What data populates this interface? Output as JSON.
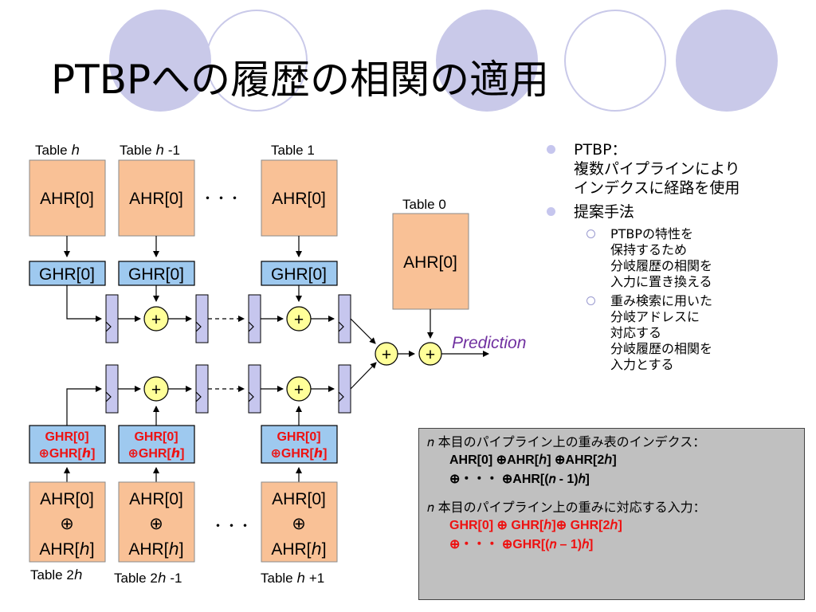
{
  "title": "PTBPへの履歴の相関の適用",
  "colors": {
    "accent_circle": "#c9c9e9",
    "ahr_fill": "#f9c196",
    "ghr_fill": "#9ec9ef",
    "register_fill": "#c6c6ee",
    "xor_fill": "#ffff99",
    "prediction": "#7030a0",
    "highlight": "#ee1111",
    "box_bg": "#c0c0c0"
  },
  "diagram": {
    "top_tables": [
      {
        "label": "Table ℎ",
        "ahr": "AHR[0]",
        "ghr": "GHR[0]"
      },
      {
        "label": "Table ℎ -1",
        "ahr": "AHR[0]",
        "ghr": "GHR[0]"
      },
      {
        "label": "Table 1",
        "ahr": "AHR[0]",
        "ghr": "GHR[0]"
      }
    ],
    "table0": {
      "label": "Table 0",
      "ahr": "AHR[0]"
    },
    "ellipsis": "・・・",
    "xor_symbol": "+",
    "prediction": "Prediction",
    "bottom_tables": [
      {
        "label": "Table 2ℎ",
        "ghr_line1": "GHR[0]",
        "ghr_line2": "⊕GHR[ℎ]",
        "ahr_line1": "AHR[0]",
        "ahr_line2": "⊕",
        "ahr_line3": "AHR[ℎ]"
      },
      {
        "label": "Table 2ℎ -1",
        "ghr_line1": "GHR[0]",
        "ghr_line2": "⊕GHR[ℎ]",
        "ahr_line1": "AHR[0]",
        "ahr_line2": "⊕",
        "ahr_line3": "AHR[ℎ]"
      },
      {
        "label": "Table ℎ +1",
        "ghr_line1": "GHR[0]",
        "ghr_line2": "⊕GHR[ℎ]",
        "ahr_line1": "AHR[0]",
        "ahr_line2": "⊕",
        "ahr_line3": "AHR[ℎ]"
      }
    ]
  },
  "bullets": [
    {
      "lines": [
        "PTBP：",
        "複数パイプラインにより",
        "インデクスに経路を使用"
      ]
    },
    {
      "lines": [
        "提案手法"
      ],
      "sub": [
        {
          "lines": [
            "PTBPの特性を",
            "保持するため",
            "分岐履歴の相関を",
            "入力に置き換える"
          ]
        },
        {
          "lines": [
            "重み検索に用いた",
            "分岐アドレスに",
            "対応する",
            "分岐履歴の相関を",
            "入力とする"
          ]
        }
      ]
    }
  ],
  "infobox": {
    "heading1": "𝑛 本目のパイプライン上の重み表のインデクス：",
    "formula1_line1": "AHR[0] ⊕AHR[ℎ] ⊕AHR[2ℎ]",
    "formula1_line2": "⊕・・・ ⊕AHR[(𝑛 - 1)ℎ]",
    "heading2": "𝑛 本目のパイプライン上の重みに対応する入力：",
    "formula2_line1": "GHR[0] ⊕ GHR[ℎ]⊕ GHR[2ℎ]",
    "formula2_line2": "⊕・・・ ⊕GHR[(𝑛 – 1)ℎ]"
  }
}
